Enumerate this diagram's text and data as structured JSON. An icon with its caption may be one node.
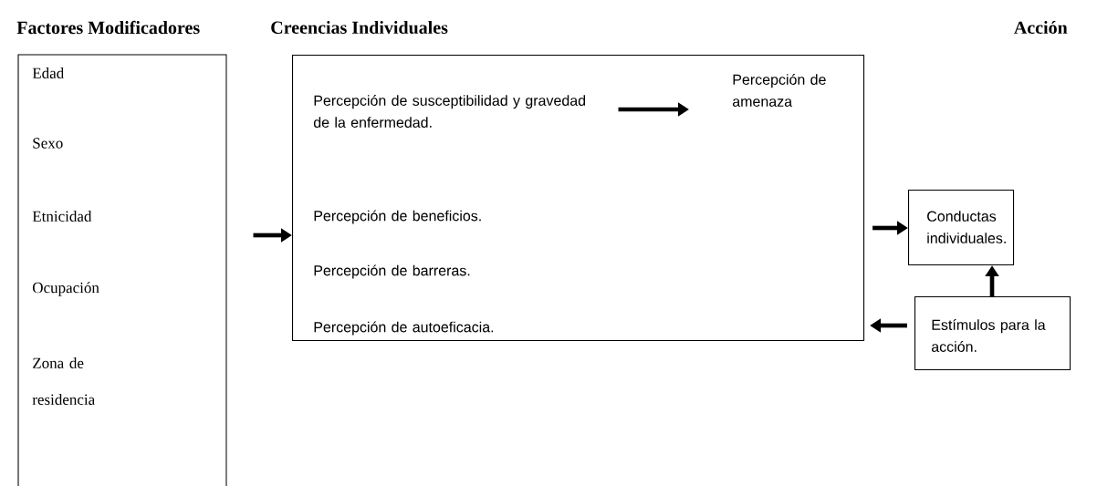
{
  "diagram": {
    "nodes": [
      {
        "text": [
          "Edad",
          "Sexo",
          "Etnicidad",
          "Ocupación",
          "Zona de residencia"
        ]
      },
      {
        "text": [
          "Percepción de beneficios.",
          "Percepción de barreras.",
          "Percepción de autoeficacia."
        ]
      },
      {
        "text": [
          "Percepción de susceptibilidad y gravedad de la enfermedad."
        ],
        "in": 1
      },
      {
        "text": [
          "Percepción de amenaza"
        ],
        "in": 1
      },
      {
        "text": [
          "Conductas individuales."
        ]
      },
      {
        "text": [
          "Estímulos para la acción."
        ]
      }
    ],
    "edges": [
      {
        "from": 0,
        "to": 1,
        "arrow": "to"
      },
      {
        "from": 2,
        "to": 3,
        "arrow": "to"
      },
      {
        "from": 1,
        "to": 4,
        "arrow": "to"
      },
      {
        "from": 5,
        "to": 4,
        "arrow": "to"
      },
      {
        "from": 5,
        "to": 1,
        "arrow": "to"
      }
    ],
    "labels": [
      "Factores Modificadores",
      "Creencias Individuales",
      "Acción"
    ]
  }
}
